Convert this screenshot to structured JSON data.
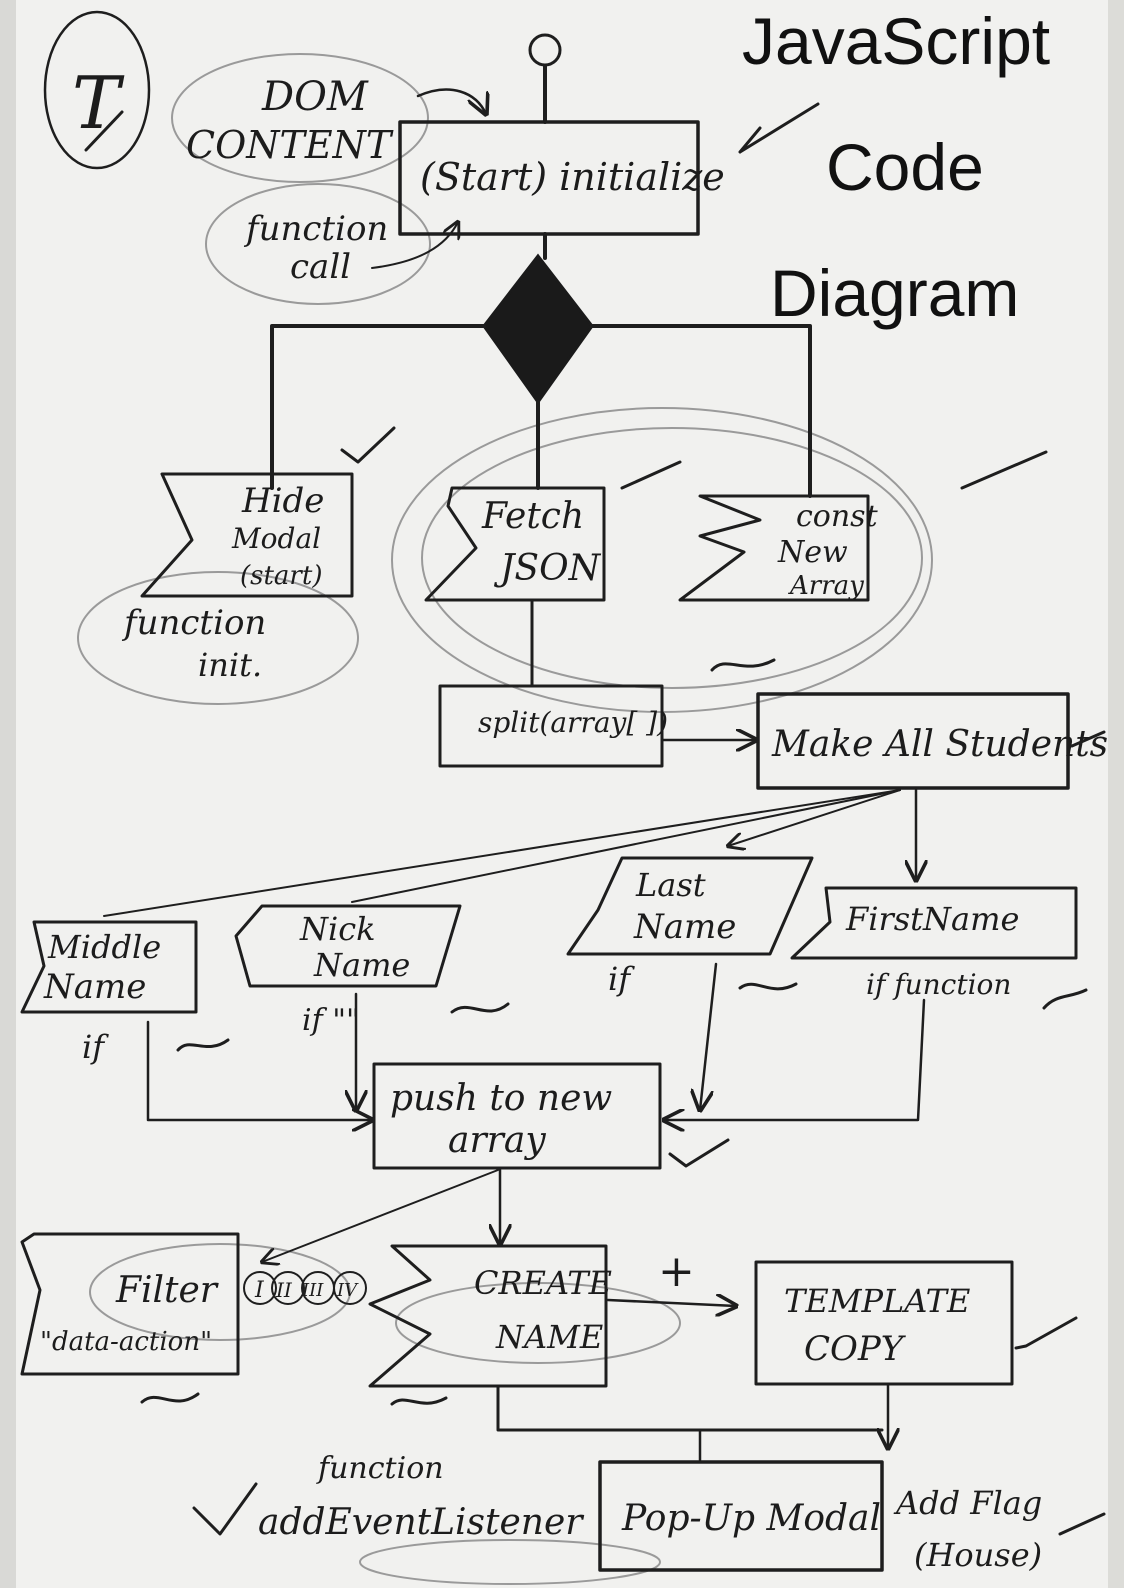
{
  "title": {
    "line1": "JavaScript",
    "line2": "Code",
    "line3": "Diagram"
  },
  "corner_mark": "T",
  "nodes": {
    "start": "(Start) initialize",
    "hide_modal": [
      "Hide",
      "Modal",
      "(start)"
    ],
    "fetch_json": [
      "Fetch",
      "JSON"
    ],
    "const_new_array": [
      "const",
      "New",
      "Array"
    ],
    "split": "split(array[ ])",
    "make_all_students": "Make All Students",
    "middle_name": [
      "Middle",
      "Name"
    ],
    "nick_name": [
      "Nick",
      "Name"
    ],
    "last_name": [
      "Last",
      "Name"
    ],
    "first_name": [
      "FirstName",
      "if function"
    ],
    "push": [
      "push to new",
      "array"
    ],
    "filter": [
      "Filter",
      "\"data-action\""
    ],
    "create_name": [
      "CREATE",
      "NAME"
    ],
    "template_copy": [
      "TEMPLATE",
      "COPY"
    ],
    "popup_modal": "Pop-Up Modal"
  },
  "notes": {
    "dom_content": [
      "DOM",
      "CONTENT"
    ],
    "function_call": [
      "function",
      "call"
    ],
    "function_init": [
      "function",
      "init."
    ],
    "middle_if": "if",
    "nick_if": "if \"\"",
    "last_if": "if",
    "plus": "+",
    "filter_numerals": [
      "I",
      "II",
      "III",
      "IV"
    ],
    "add_event_listener": [
      "function",
      "addEventListener"
    ],
    "add_flag": [
      "Add Flag",
      "(House)"
    ]
  }
}
